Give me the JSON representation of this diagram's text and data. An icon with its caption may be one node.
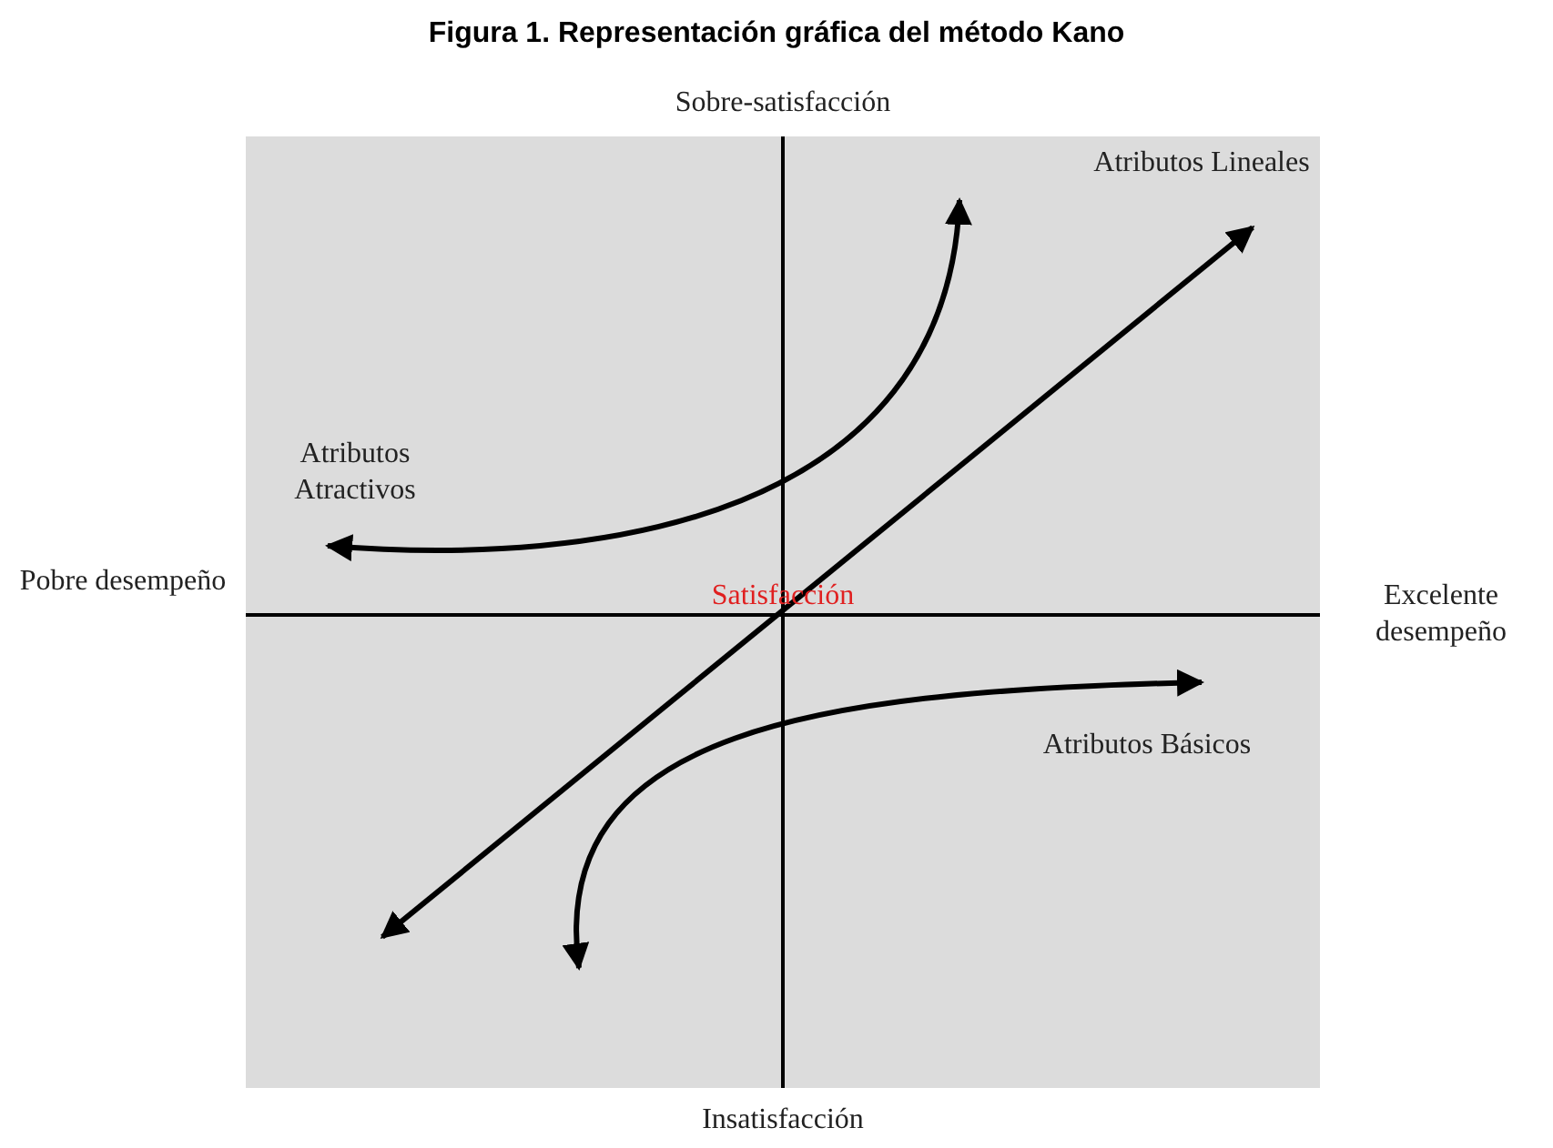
{
  "diagram": {
    "title": "Figura 1. Representación gráfica del método Kano",
    "labels": [
      "Sobre-satisfacción",
      "Atributos Lineales",
      "Atributos Atractivos",
      "Pobre desempeño",
      "Satisfacción",
      "Excelente desempeño",
      "Atributos Básicos",
      "Insatisfacción"
    ]
  }
}
